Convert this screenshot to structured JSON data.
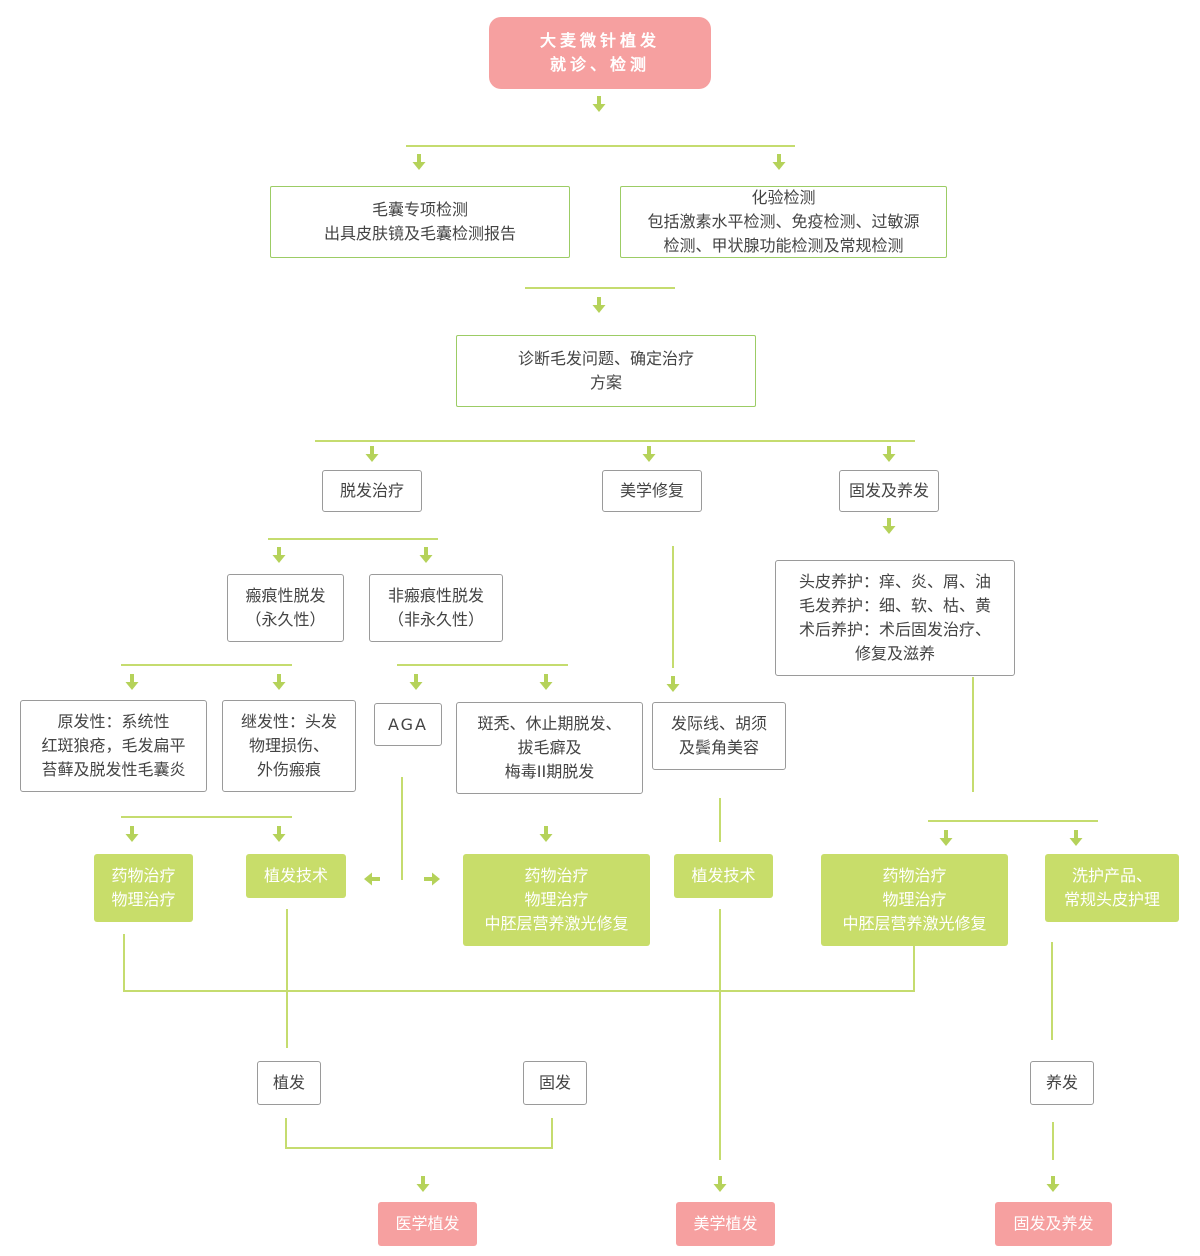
{
  "nodes": {
    "start": [
      "大麦微针植发",
      "就诊、检测"
    ],
    "follicle_test": [
      "毛囊专项检测",
      "出具皮肤镜及毛囊检测报告"
    ],
    "lab_test": [
      "化验检测",
      "包括激素水平检测、免疫检测、过敏源",
      "检测、甲状腺功能检测及常规检测"
    ],
    "diagnosis": [
      "诊断毛发问题、确定治疗",
      "方案"
    ],
    "hair_loss_treatment": [
      "脱发治疗"
    ],
    "aesthetic_repair": [
      "美学修复"
    ],
    "fixing_nourishing": [
      "固发及养发"
    ],
    "scarring": [
      "瘢痕性脱发",
      "（永久性）"
    ],
    "non_scarring": [
      "非瘢痕性脱发",
      "（非永久性）"
    ],
    "care": [
      "头皮养护：痒、炎、屑、油",
      "毛发养护：细、软、枯、黄",
      "术后养护：术后固发治疗、",
      "修复及滋养"
    ],
    "primary": [
      "原发性：系统性",
      "红斑狼疮，毛发扁平",
      "苔藓及脱发性毛囊炎"
    ],
    "secondary": [
      "继发性：头发",
      "物理损伤、",
      "外伤瘢痕"
    ],
    "aga": [
      "AGA"
    ],
    "alopecia_types": [
      "斑秃、休止期脱发、",
      "拔毛癖及",
      "梅毒II期脱发"
    ],
    "hairline": [
      "发际线、胡须",
      "及鬓角美容"
    ],
    "drug_1": [
      "药物治疗",
      "物理治疗"
    ],
    "transplant_1": [
      "植发技术"
    ],
    "drug_2": [
      "药物治疗",
      "物理治疗",
      "中胚层营养激光修复"
    ],
    "transplant_2": [
      "植发技术"
    ],
    "drug_3": [
      "药物治疗",
      "物理治疗",
      "中胚层营养激光修复"
    ],
    "wash_care": [
      "洗护产品、",
      "常规头皮护理"
    ],
    "zhifa": [
      "植发"
    ],
    "gufa": [
      "固发"
    ],
    "yangfa": [
      "养发"
    ],
    "medical_transplant": [
      "医学植发"
    ],
    "aesthetic_transplant": [
      "美学植发"
    ],
    "fix_nourish_result": [
      "固发及养发"
    ]
  },
  "colors": {
    "line": "#c5dc6f",
    "arrow": "#b5d25a",
    "pink": "#f6a0a0",
    "green_fill": "#c8dd6a",
    "green_border": "#9ccc65",
    "gray_border": "#9a9a9a"
  }
}
